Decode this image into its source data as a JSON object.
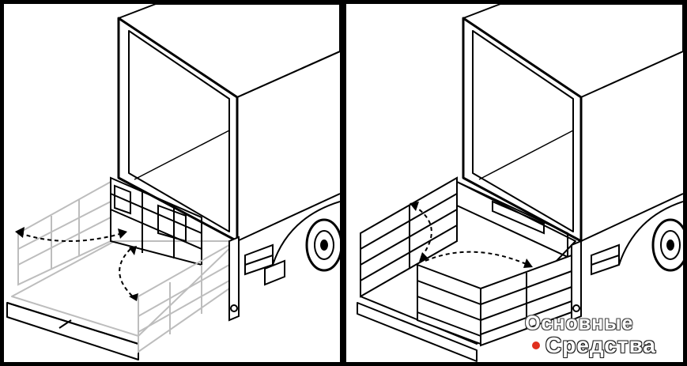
{
  "watermark": {
    "line1": "Основные",
    "line2": "Средства",
    "dot_color": "#e0301e"
  },
  "colors": {
    "ink": "#000000",
    "ghost": "#bdbdbd",
    "background": "#ffffff",
    "frame": "#000000"
  },
  "panels": [
    {
      "view": "side-panels-folding"
    },
    {
      "view": "side-panels-erected"
    }
  ]
}
